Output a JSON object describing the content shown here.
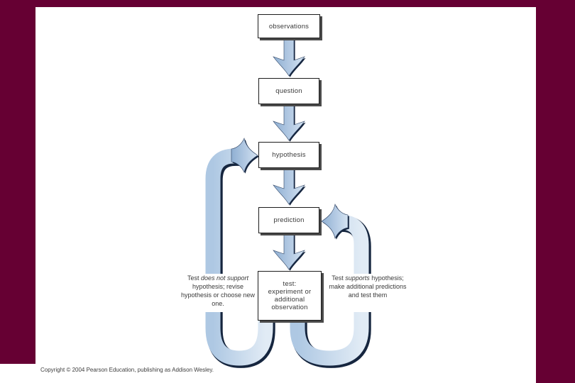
{
  "page": {
    "background_color": "#660033",
    "slide_color": "#ffffff"
  },
  "diagram": {
    "type": "flowchart",
    "nodes": [
      {
        "id": "observations",
        "label": "observations"
      },
      {
        "id": "question",
        "label": "question"
      },
      {
        "id": "hypothesis",
        "label": "hypothesis"
      },
      {
        "id": "prediction",
        "label": "prediction"
      },
      {
        "id": "test",
        "label": "test:\nexperiment or\nadditional\nobservation"
      }
    ],
    "edges": [
      "observations -> question",
      "question -> hypothesis",
      "hypothesis -> prediction",
      "prediction -> test",
      "test -> hypothesis (loop left)",
      "test -> prediction (loop right)"
    ],
    "loop_labels": {
      "left": {
        "prefix": "Test ",
        "italic": "does not support",
        "suffix": " hypothesis; revise hypothesis or choose new one."
      },
      "right": {
        "prefix": "Test ",
        "italic": "supports",
        "suffix": " hypothesis; make additional predictions and test them"
      }
    },
    "arrow_colors": {
      "light": "#dce8f4",
      "mid": "#a9c3e0",
      "dark": "#16263f"
    }
  },
  "footer": {
    "copyright_text": "Copyright © 2004 Pearson Education, publishing as Addison Wesley."
  }
}
